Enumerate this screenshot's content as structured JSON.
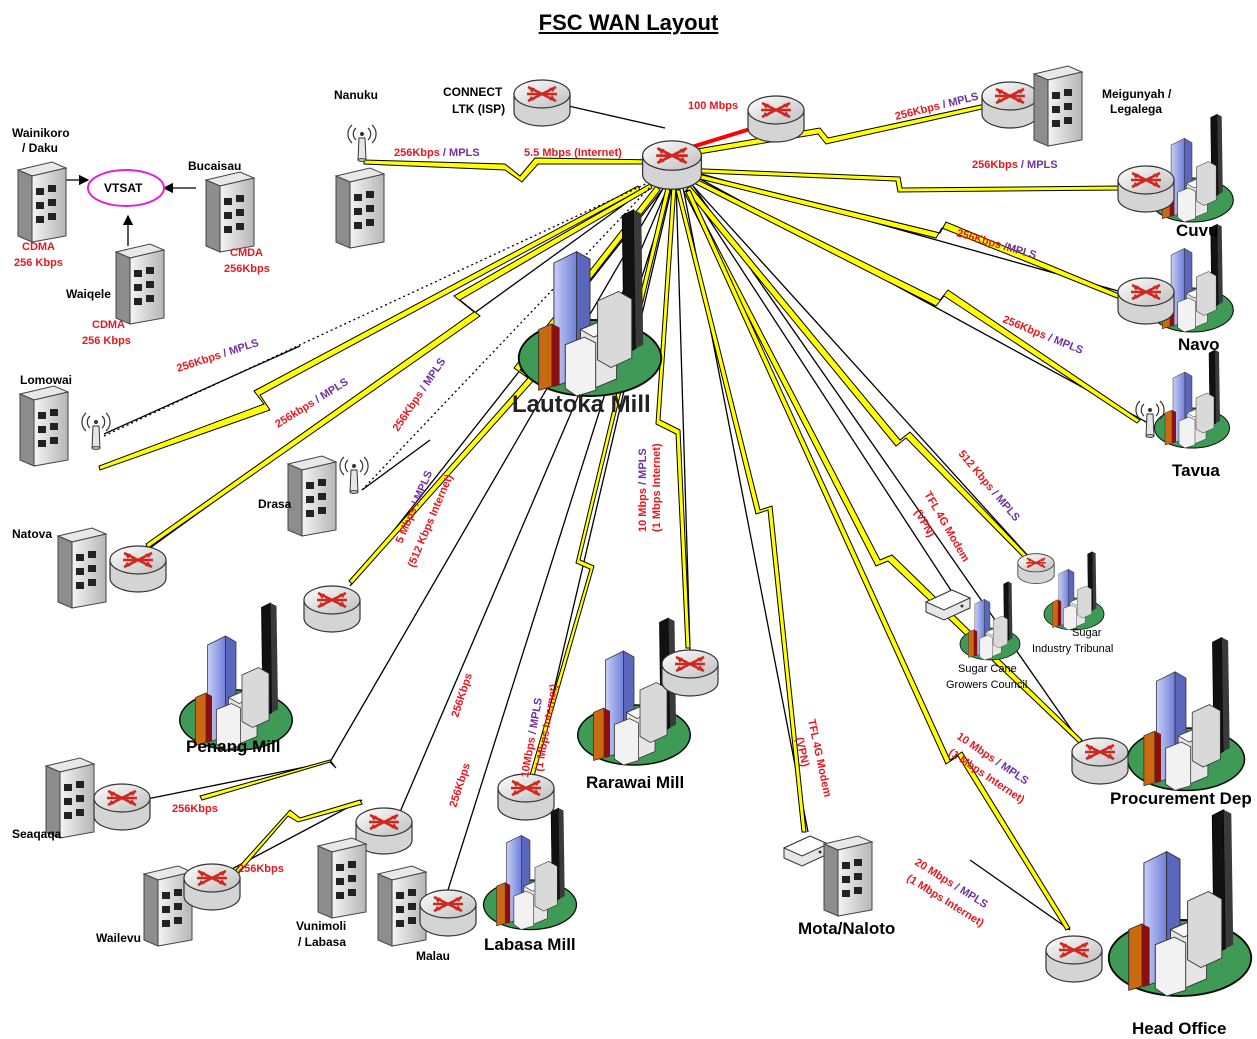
{
  "title": "FSC WAN Layout",
  "colors": {
    "link_red": "#e8171f",
    "link_purple": "#7030a0",
    "wireless": "#ffff00",
    "vtsat": "#e020e0",
    "high_speed": "#ff0000"
  },
  "sites": {
    "nanuku": "Nanuku",
    "connect": [
      "CONNECT",
      "LTK (ISP)"
    ],
    "meigunyah": [
      "Meigunyah /",
      "Legalega"
    ],
    "wainikoro": [
      "Wainikoro",
      "/ Daku"
    ],
    "bucaisau": "Bucaisau",
    "vtsat": "VTSAT",
    "waiqele": "Waiqele",
    "cuvu": "Cuvu",
    "navo": "Navo",
    "tavua": "Tavua",
    "lomowai": "Lomowai",
    "lautoka": "Lautoka Mill",
    "drasa": "Drasa",
    "natova": "Natova",
    "penang": "Penang Mill",
    "rarawai": "Rarawai Mill",
    "sugar_tribunal": [
      "Sugar",
      "Industry Tribunal"
    ],
    "sugar_growers": [
      "Sugar Cane",
      "Growers Council"
    ],
    "procurement": "Procurement Dep",
    "seaqaqa": "Seaqaqa",
    "wailevu": "Wailevu",
    "vunimoli": [
      "Vunimoli",
      "/ Labasa"
    ],
    "malau": "Malau",
    "labasa": "Labasa Mill",
    "mota": "Mota/Naloto",
    "head_office": "Head Office"
  },
  "links": {
    "cdma_wainikoro": [
      "CDMA",
      "256 Kbps"
    ],
    "cdma_bucaisau": [
      "CMDA",
      "256Kbps"
    ],
    "cdma_waiqele": [
      "CDMA",
      "256 Kbps"
    ],
    "isp_speed": "100 Mbps",
    "nanuku_speed": "256Kbps",
    "nanuku_mpls": " / MPLS",
    "internet": "5.5 Mbps (Internet)",
    "meigunyah_speed": "256Kbps",
    "meigunyah_mpls": " / MPLS",
    "cuvu_speed": "256Kbps",
    "cuvu_mpls": " / MPLS",
    "navo_speed": "256Kbps",
    "navo_mpls": " /MPLS",
    "tavua_speed": "256Kbps",
    "tavua_mpls": " / MPLS",
    "lomowai_speed": "256Kbps",
    "lomowai_mpls": " / MPLS",
    "natova_speed": "256kbps",
    "natova_mpls": " / MPLS",
    "drasa_speed": "256Kbps",
    "drasa_mpls": " / MPLS",
    "penang_speed": "5 Mbps",
    "penang_mpls": " / MPLS",
    "penang_internet": "(512 Kbps Internet)",
    "rarawai_speed": "10 Mbps",
    "rarawai_mpls": " / MPLS",
    "rarawai_internet": "(1 Mbps Internet)",
    "tribunal_speed": "512 Kbps",
    "tribunal_mpls": " / MPLS",
    "growers_modem": [
      "TFL 4G Modem",
      "(VPN)"
    ],
    "procurement_speed": "10 Mbps",
    "procurement_mpls": " / MPLS",
    "procurement_internet": "(1 Mbps Internet)",
    "seaqaqa_speed": "256Kbps",
    "wailevu_speed": "256Kbps",
    "vunimoli_speed": "256Kbps",
    "malau_speed": "256Kbps",
    "labasa_speed": "10Mbps",
    "labasa_mpls": " / MPLS",
    "labasa_internet": "(1 Mbps Internet)",
    "mota_modem": [
      "TFL 4G Modem",
      "(VPN)"
    ],
    "ho_speed": "20 Mbps",
    "ho_mpls": " / MPLS",
    "ho_internet": "(1 Mbps Internet)"
  }
}
